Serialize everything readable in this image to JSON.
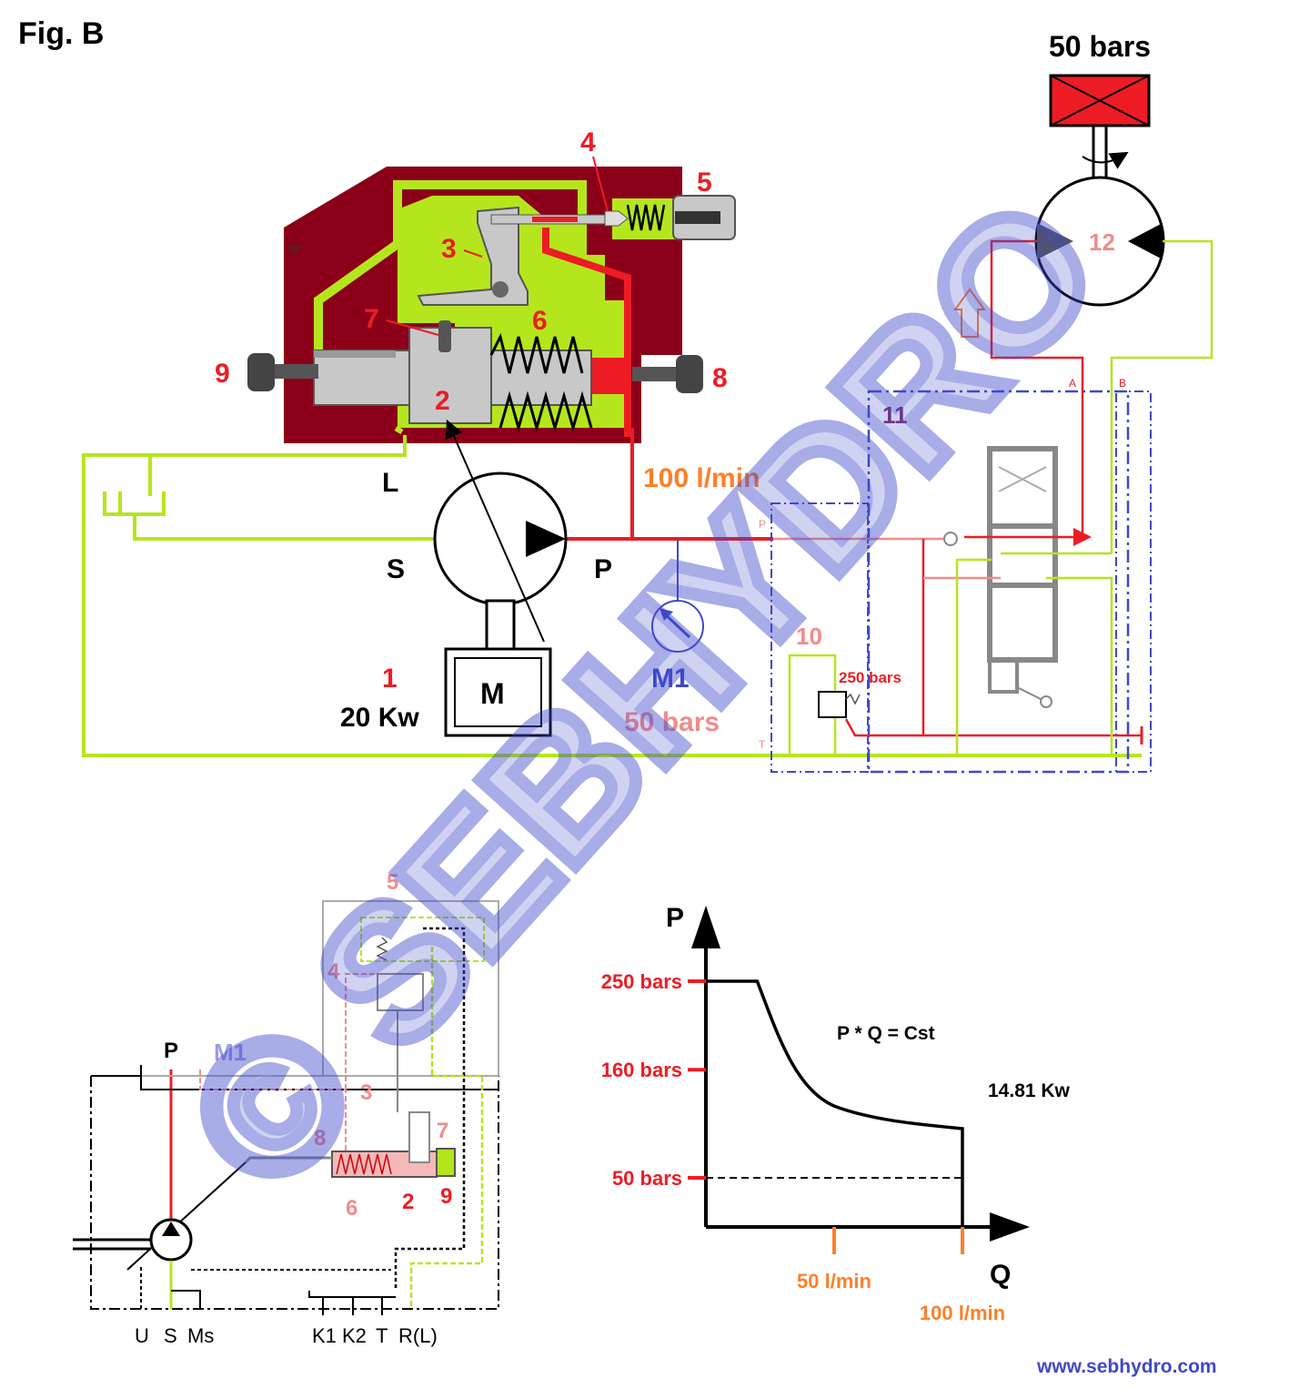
{
  "figure_title": "Fig. B",
  "colors": {
    "body": "#8b0018",
    "oil_low": "#b5e61d",
    "oil_high": "#ed1c24",
    "steel": "#c8c8c8",
    "dashed_blue": "#3f48cc",
    "orange": "#ff7f27",
    "pink": "#f08c8c",
    "watermark": "#3f48cc"
  },
  "pump_cutaway": {
    "label_S2": "S²",
    "part_numbers": {
      "n1": "1",
      "n2": "2",
      "n3": "3",
      "n4": "4",
      "n5": "5",
      "n6": "6",
      "n7": "7",
      "n8": "8",
      "n9": "9"
    },
    "ports": {
      "L": "L",
      "S": "S",
      "P": "P"
    },
    "motor_label": "M",
    "motor_power": "20 Kw",
    "flow_label": "100 l/min",
    "gauge_label": "M1",
    "gauge_pressure": "50 bars"
  },
  "circuit": {
    "load_pressure": "50 bars",
    "n10": "10",
    "n11": "11",
    "n12": "12",
    "relief_setting": "250 bars",
    "port_P": "P",
    "port_T": "T",
    "port_A": "A",
    "port_B": "B"
  },
  "schematic": {
    "port_P": "P",
    "gauge": "M1",
    "bottom_ports": [
      "U",
      "S",
      "Ms",
      "K1",
      "K2",
      "T",
      "R(L)"
    ],
    "numbers": {
      "n2": "2",
      "n3": "3",
      "n4": "4",
      "n5": "5",
      "n6": "6",
      "n7": "7",
      "n8": "8",
      "n9": "9"
    }
  },
  "chart_data": {
    "type": "line",
    "xlabel": "Q",
    "ylabel": "P",
    "y_ticks": [
      "250 bars",
      "160 bars",
      "50 bars"
    ],
    "x_ticks": [
      "50 l/min",
      "100 l/min"
    ],
    "annotation_formula": "P * Q = Cst",
    "annotation_power": "14.81 Kw",
    "series": [
      {
        "points": [
          [
            0,
            250
          ],
          [
            20,
            250
          ],
          [
            35,
            160
          ],
          [
            50,
            120
          ],
          [
            75,
            105
          ],
          [
            100,
            100
          ],
          [
            100,
            0
          ]
        ]
      },
      {
        "style": "dashed",
        "points": [
          [
            0,
            50
          ],
          [
            100,
            50
          ]
        ]
      }
    ]
  },
  "watermark": "© SEBHYDRO",
  "website": "www.sebhydro.com"
}
